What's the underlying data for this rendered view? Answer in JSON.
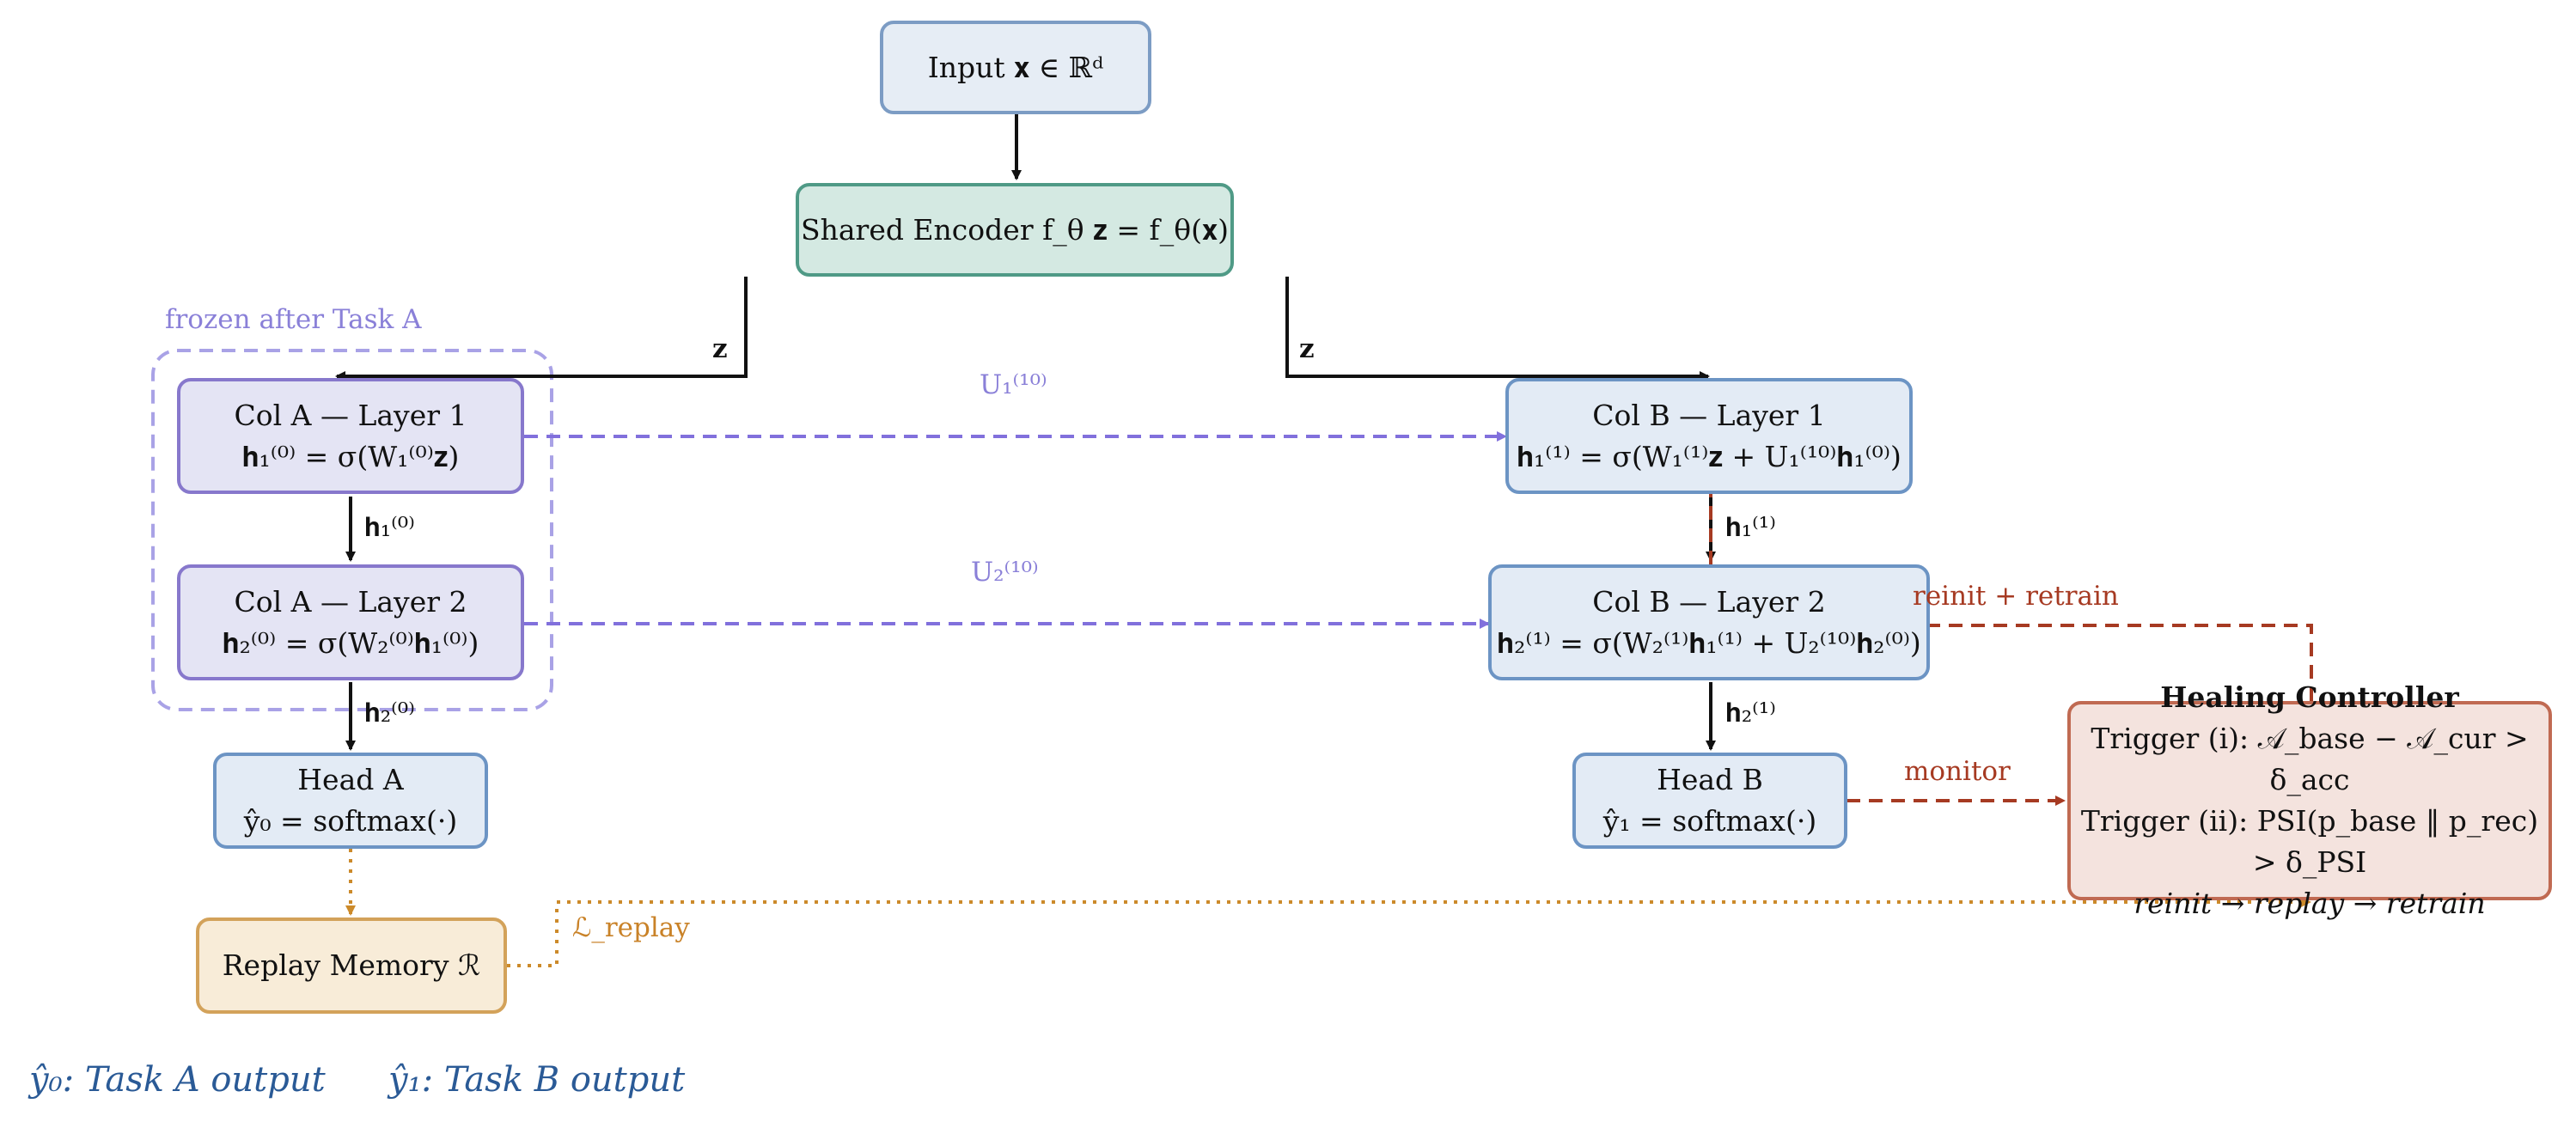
{
  "nodes": {
    "input": {
      "text": "Input 𝐱 ∈ ℝᵈ"
    },
    "encoder": {
      "text": "Shared Encoder f_θ    𝐳 = f_θ(𝐱)"
    },
    "col_a_layer1": {
      "title": "Col A — Layer 1",
      "eq": "𝐡₁⁽⁰⁾ = σ(W₁⁽⁰⁾𝐳)"
    },
    "col_a_layer2": {
      "title": "Col A — Layer 2",
      "eq": "𝐡₂⁽⁰⁾ = σ(W₂⁽⁰⁾𝐡₁⁽⁰⁾)"
    },
    "head_a": {
      "title": "Head A",
      "eq": "ŷ₀ = softmax(·)"
    },
    "col_b_layer1": {
      "title": "Col B — Layer 1",
      "eq": "𝐡₁⁽¹⁾ = σ(W₁⁽¹⁾𝐳 + U₁⁽¹⁰⁾𝐡₁⁽⁰⁾)"
    },
    "col_b_layer2": {
      "title": "Col B — Layer 2",
      "eq": "𝐡₂⁽¹⁾ = σ(W₂⁽¹⁾𝐡₁⁽¹⁾ + U₂⁽¹⁰⁾𝐡₂⁽⁰⁾)"
    },
    "head_b": {
      "title": "Head B",
      "eq": "ŷ₁ = softmax(·)"
    },
    "replay": {
      "text": "Replay Memory ℛ"
    },
    "healing": {
      "title": "Healing Controller",
      "trigger1": "Trigger (i): 𝒜_base − 𝒜_cur > δ_acc",
      "trigger2": "Trigger (ii): PSI(p_base ‖ p_rec) > δ_PSI",
      "sequence": "reinit → replay → retrain"
    }
  },
  "labels": {
    "frozen": "frozen after Task A",
    "z_left": "𝐳",
    "z_right": "𝐳",
    "u1": "U₁⁽¹⁰⁾",
    "u2": "U₂⁽¹⁰⁾",
    "h1_a": "𝐡₁⁽⁰⁾",
    "h2_a": "𝐡₂⁽⁰⁾",
    "h1_b": "𝐡₁⁽¹⁾",
    "h2_b": "𝐡₂⁽¹⁾",
    "reinit": "reinit + retrain",
    "monitor": "monitor",
    "loss_replay": "ℒ_replay"
  },
  "legend": {
    "y0": "ŷ₀: Task A output",
    "y1": "ŷ₁: Task B output"
  },
  "colors": {
    "frozen": "#a9a2e6",
    "lateral": "#8170dc",
    "heal_arrow": "#a63a22",
    "replay_arrow": "#cc8a2a",
    "legend": "#2a5a96"
  }
}
